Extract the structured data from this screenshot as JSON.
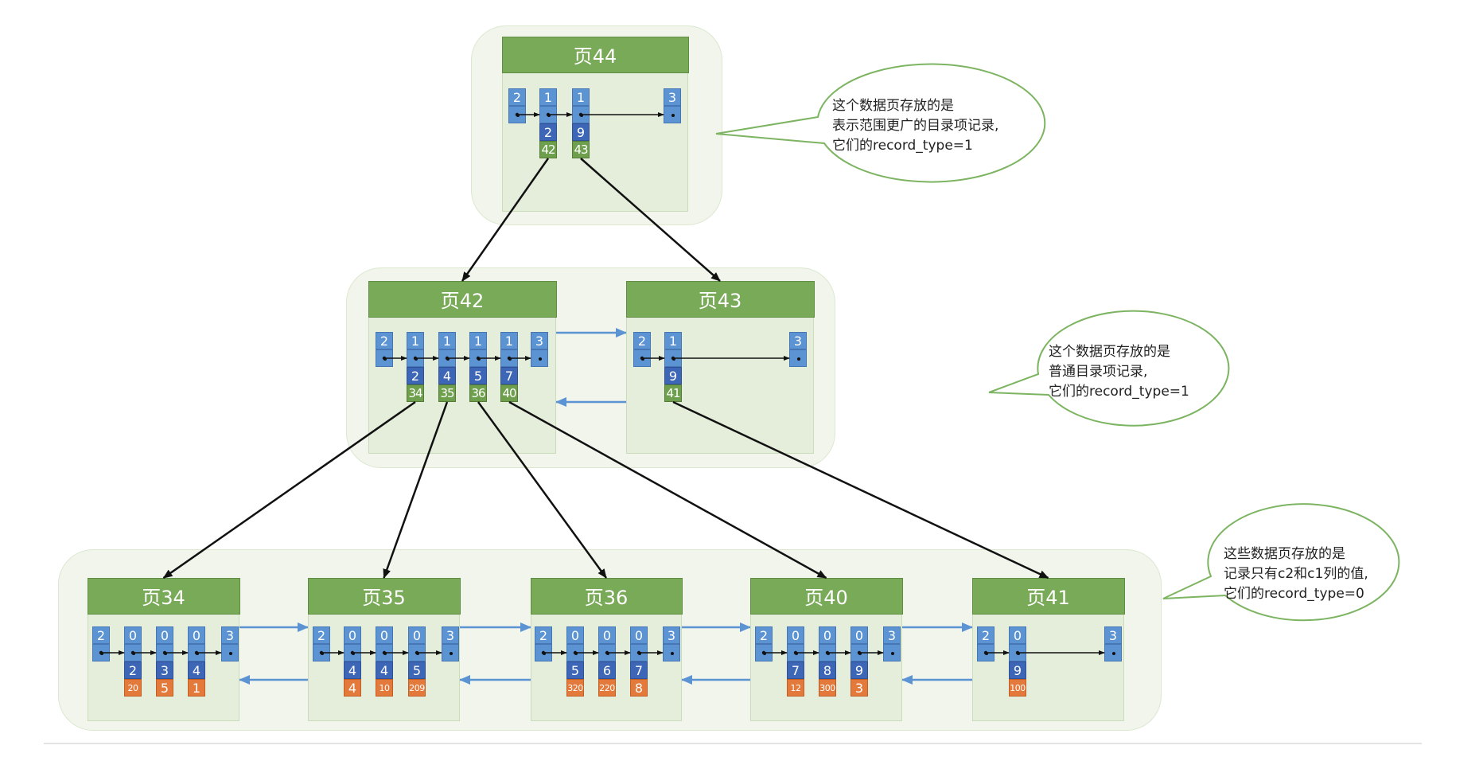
{
  "diagram": {
    "title": "B+ tree index pages",
    "levels": [
      {
        "name": "root",
        "pages": [
          {
            "id": "44",
            "label": "页44",
            "records": [
              {
                "type": "2"
              },
              {
                "type": "1",
                "key": "2",
                "child": "42"
              },
              {
                "type": "1",
                "key": "9",
                "child": "43"
              },
              {
                "type": "3"
              }
            ]
          }
        ]
      },
      {
        "name": "internal",
        "pages": [
          {
            "id": "42",
            "label": "页42",
            "records": [
              {
                "type": "2"
              },
              {
                "type": "1",
                "key": "2",
                "child": "34"
              },
              {
                "type": "1",
                "key": "4",
                "child": "35"
              },
              {
                "type": "1",
                "key": "5",
                "child": "36"
              },
              {
                "type": "1",
                "key": "7",
                "child": "40"
              },
              {
                "type": "3"
              }
            ]
          },
          {
            "id": "43",
            "label": "页43",
            "records": [
              {
                "type": "2"
              },
              {
                "type": "1",
                "key": "9",
                "child": "41"
              },
              {
                "type": "3"
              }
            ]
          }
        ]
      },
      {
        "name": "leaf",
        "pages": [
          {
            "id": "34",
            "label": "页34",
            "records": [
              {
                "type": "2"
              },
              {
                "type": "0",
                "key": "2",
                "value": "20"
              },
              {
                "type": "0",
                "key": "3",
                "value": "5"
              },
              {
                "type": "0",
                "key": "4",
                "value": "1"
              },
              {
                "type": "3"
              }
            ]
          },
          {
            "id": "35",
            "label": "页35",
            "records": [
              {
                "type": "2"
              },
              {
                "type": "0",
                "key": "4",
                "value": "4"
              },
              {
                "type": "0",
                "key": "4",
                "value": "10"
              },
              {
                "type": "0",
                "key": "5",
                "value": "209"
              },
              {
                "type": "3"
              }
            ]
          },
          {
            "id": "36",
            "label": "页36",
            "records": [
              {
                "type": "2"
              },
              {
                "type": "0",
                "key": "5",
                "value": "320"
              },
              {
                "type": "0",
                "key": "6",
                "value": "220"
              },
              {
                "type": "0",
                "key": "7",
                "value": "8"
              },
              {
                "type": "3"
              }
            ]
          },
          {
            "id": "40",
            "label": "页40",
            "records": [
              {
                "type": "2"
              },
              {
                "type": "0",
                "key": "7",
                "value": "12"
              },
              {
                "type": "0",
                "key": "8",
                "value": "300"
              },
              {
                "type": "0",
                "key": "9",
                "value": "3"
              },
              {
                "type": "3"
              }
            ]
          },
          {
            "id": "41",
            "label": "页41",
            "records": [
              {
                "type": "2"
              },
              {
                "type": "0",
                "key": "9",
                "value": "100"
              },
              {
                "type": "3"
              }
            ]
          }
        ]
      }
    ],
    "sibling_links": [
      [
        "42",
        "43"
      ],
      [
        "34",
        "35"
      ],
      [
        "35",
        "36"
      ],
      [
        "36",
        "40"
      ],
      [
        "40",
        "41"
      ]
    ],
    "callouts": [
      {
        "target_level": "root",
        "lines": [
          "这个数据页存放的是",
          "表示范围更广的目录项记录,",
          "它们的record_type=1"
        ]
      },
      {
        "target_level": "internal",
        "lines": [
          "这个数据页存放的是",
          "普通目录项记录,",
          "它们的record_type=1"
        ]
      },
      {
        "target_level": "leaf",
        "lines": [
          "这些数据页存放的是",
          "记录只有c2和c1列的值,",
          "它们的record_type=0"
        ]
      }
    ],
    "colors": {
      "header_green": "#79aa58",
      "page_body": "#e5eedb",
      "level_box": "#f1f5ec",
      "record_blue": "#5b93d3",
      "key_blue": "#3e66b6",
      "child_green": "#6e9f4d",
      "value_orange": "#e37a3b",
      "sibling_arrow": "#5b93d3",
      "callout_border": "#7cb461"
    }
  }
}
